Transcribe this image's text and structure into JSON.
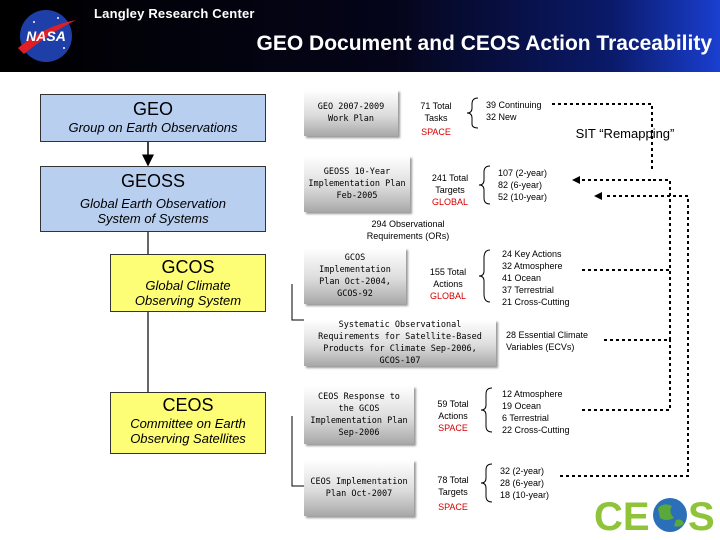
{
  "header": {
    "org": "Langley Research Center",
    "title": "GEO Document and CEOS Action Traceability",
    "nasa_logo_text": "NASA"
  },
  "orgs": {
    "geo": {
      "acronym": "GEO",
      "name": "Group on Earth Observations"
    },
    "geoss": {
      "acronym": "GEOSS",
      "name": "Global Earth Observation System of Systems"
    },
    "gcos": {
      "acronym": "GCOS",
      "name": "Global Climate Observing System"
    },
    "ceos": {
      "acronym": "CEOS",
      "name": "Committee on Earth Observing Satellites"
    }
  },
  "documents": {
    "geo_work_plan": "GEO 2007-2009 Work Plan",
    "geoss_plan": "GEOSS 10-Year Implementation Plan Feb-2005",
    "gcos_plan": "GCOS Implementation Plan Oct-2004, GCOS-92",
    "systematic_req": "Systematic Observational Requirements for Satellite-Based Products for Climate Sep-2006, GCOS-107",
    "ceos_response": "CEOS Response to the GCOS Implementation Plan Sep-2006",
    "ceos_impl": "CEOS Implementation Plan Oct-2007"
  },
  "counts": {
    "geo_tasks": {
      "label": "71 Total Tasks",
      "scope": "SPACE"
    },
    "geoss_targets": {
      "label": "241 Total Targets",
      "scope": "GLOBAL"
    },
    "gcos_actions": {
      "label": "155 Total Actions",
      "scope": "GLOBAL"
    },
    "ceos_resp_actions": {
      "label": "59 Total Actions",
      "scope": "SPACE"
    },
    "ceos_impl_targets": {
      "label": "78 Total Targets",
      "scope": "SPACE"
    }
  },
  "breakdowns": {
    "geo_tasks": [
      "39 Continuing",
      "32 New"
    ],
    "geoss_targets": [
      "107 (2-year)",
      "82 (6-year)",
      "52 (10-year)"
    ],
    "ors": "294 Observational Requirements (ORs)",
    "gcos_actions": [
      "24 Key Actions",
      "32 Atmosphere",
      "41 Ocean",
      "37 Terrestrial",
      "21 Cross-Cutting"
    ],
    "ecvs": "28 Essential Climate Variables (ECVs)",
    "ceos_resp": [
      "12 Atmosphere",
      "19 Ocean",
      "6 Terrestrial",
      "22 Cross-Cutting"
    ],
    "ceos_impl": [
      "32 (2-year)",
      "28 (6-year)",
      "18 (10-year)"
    ]
  },
  "sit_label": "SIT “Remapping”",
  "ceos_logo": {
    "left": "CE",
    "right": "S"
  },
  "colors": {
    "blue_box": "#b8cff0",
    "yellow_box": "#fefd76",
    "header_blue": "#1a3fd0",
    "scope_red": "#d40000"
  }
}
